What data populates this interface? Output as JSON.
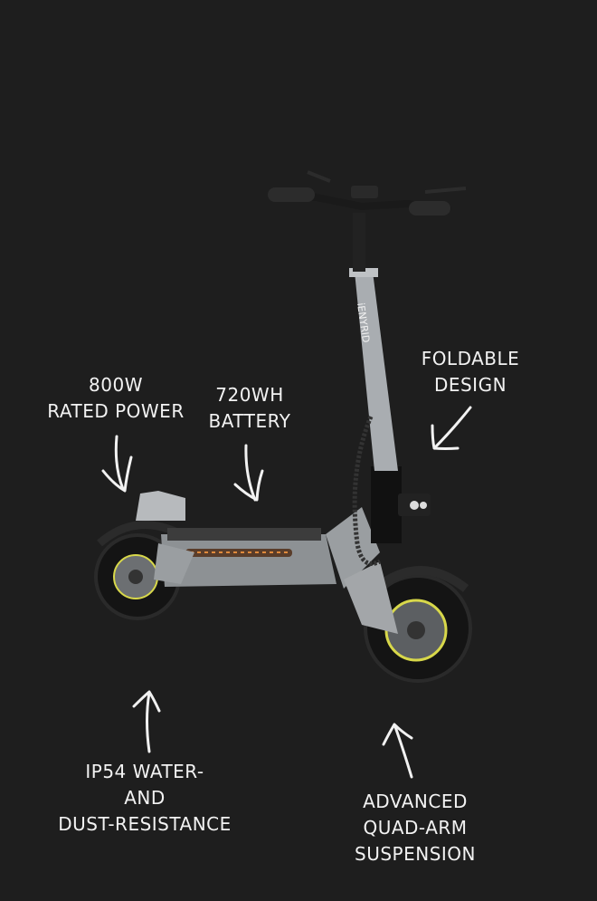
{
  "product": {
    "brand_on_stem": "iENYRID"
  },
  "callouts": {
    "power": {
      "lines": [
        "800W",
        "RATED POWER"
      ]
    },
    "battery": {
      "lines": [
        "720WH",
        "BATTERY"
      ]
    },
    "folding": {
      "lines": [
        "FOLDABLE",
        "DESIGN"
      ]
    },
    "water": {
      "lines": [
        "IP54 WATER-",
        "AND",
        "DUST-RESISTANCE"
      ]
    },
    "suspension": {
      "lines": [
        "ADVANCED",
        "QUAD-ARM",
        "SUSPENSION"
      ]
    }
  },
  "colors": {
    "background": "#1e1e1e",
    "text": "#f2f2f2",
    "frame": "#a9adb1",
    "rim_accent": "#d8d84a"
  }
}
